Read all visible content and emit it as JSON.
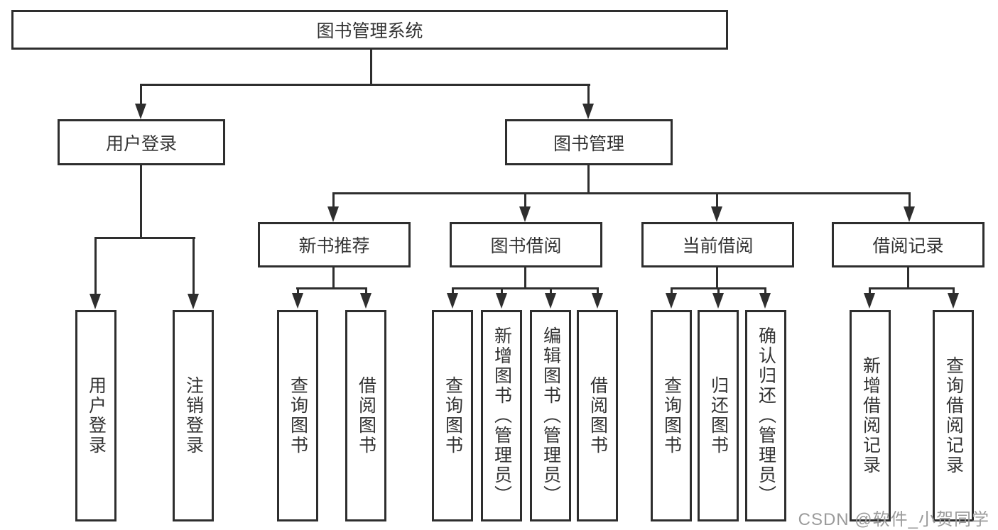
{
  "diagram": {
    "title": "图书管理系统",
    "nodes": {
      "root": "图书管理系统",
      "user_login_branch": "用户登录",
      "book_mgmt_branch": "图书管理",
      "new_book_rec": "新书推荐",
      "book_borrowing": "图书借阅",
      "current_borrowing": "当前借阅",
      "borrowing_records": "借阅记录",
      "leaves": {
        "user_login": "用户登录",
        "logout": "注销登录",
        "query_books_rec": "查询图书",
        "borrow_books_rec": "借阅图书",
        "query_books_borrow": "查询图书",
        "add_books_admin": "新增图书（管理员）",
        "edit_books_admin": "编辑图书（管理员）",
        "borrow_books_borrow": "借阅图书",
        "query_books_current": "查询图书",
        "return_books": "归还图书",
        "confirm_return_admin": "确认归还（管理员）",
        "add_borrow_record": "新增借阅记录",
        "query_borrow_record": "查询借阅记录"
      }
    },
    "structure": {
      "图书管理系统": [
        "用户登录",
        "图书管理"
      ],
      "用户登录": [
        "用户登录",
        "注销登录"
      ],
      "图书管理": [
        "新书推荐",
        "图书借阅",
        "当前借阅",
        "借阅记录"
      ],
      "新书推荐": [
        "查询图书",
        "借阅图书"
      ],
      "图书借阅": [
        "查询图书",
        "新增图书（管理员）",
        "编辑图书（管理员）",
        "借阅图书"
      ],
      "当前借阅": [
        "查询图书",
        "归还图书",
        "确认归还（管理员）"
      ],
      "借阅记录": [
        "新增借阅记录",
        "查询借阅记录"
      ]
    }
  },
  "watermark": {
    "text": "CSDN @软件_小贺同学"
  },
  "colors": {
    "line": "#2e2e2e",
    "text": "#333333",
    "background": "#ffffff",
    "watermark": "#9b9b9b"
  }
}
